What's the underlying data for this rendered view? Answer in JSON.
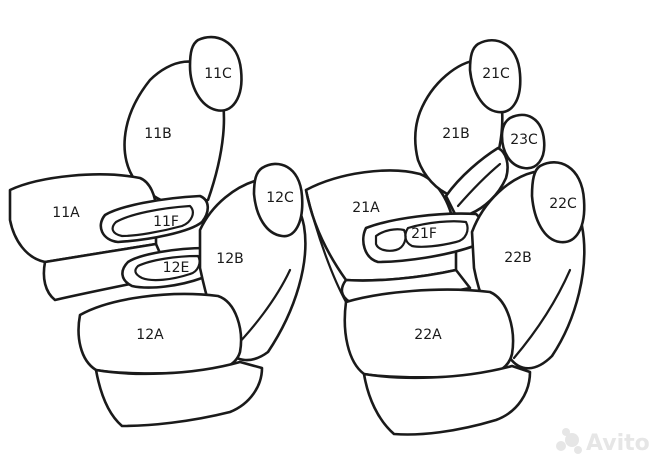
{
  "labels": {
    "l11A": "11A",
    "l11B": "11B",
    "l11C": "11C",
    "l11F": "11F",
    "l12E": "12E",
    "l12A": "12A",
    "l12B": "12B",
    "l12C": "12C",
    "l21A": "21A",
    "l21B": "21B",
    "l21C": "21C",
    "l21F": "21F",
    "l22A": "22A",
    "l22B": "22B",
    "l22C": "22C",
    "l23C": "23C"
  },
  "watermark": "Avito",
  "colors": {
    "line": "#1a1a1a",
    "fill": "#ffffff",
    "watermark": "#e6e6e6"
  }
}
